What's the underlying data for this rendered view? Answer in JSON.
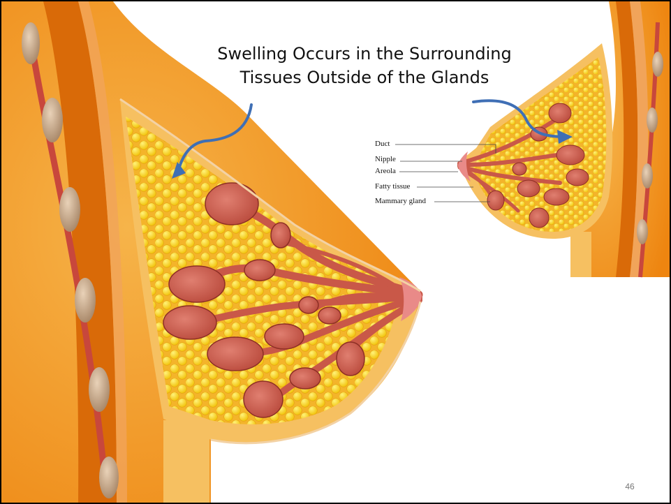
{
  "caption": {
    "line1": "Swelling Occurs in the Surrounding",
    "line2": "Tissues Outside of the Glands"
  },
  "anatomy_labels": [
    "Duct",
    "Nipple",
    "Areola",
    "Fatty tissue",
    "Mammary gland"
  ],
  "page_number": "46",
  "colors": {
    "skin_orange": "#f08a10",
    "skin_light": "#f6c061",
    "fat_yellow": "#f7d21c",
    "gland_red": "#c85a4c",
    "areola_pink": "#e98a88",
    "arrow_blue": "#3f6fb5"
  }
}
